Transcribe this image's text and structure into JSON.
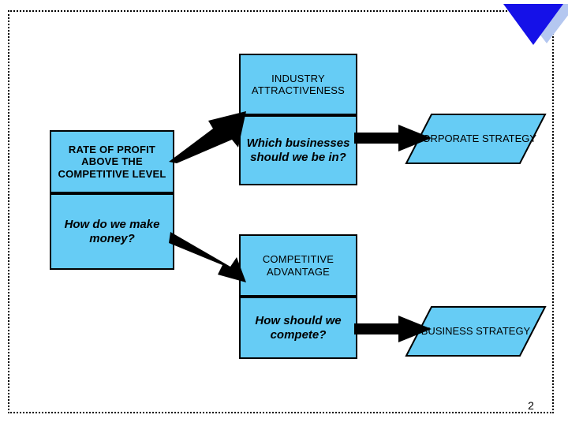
{
  "slide": {
    "page_number": "2",
    "border_style": "dotted",
    "background_color": "#ffffff"
  },
  "logo": {
    "front_triangle_color": "#1511e8",
    "back_triangle_color": "#b4c7f0",
    "shape": "double-down-triangle"
  },
  "colors": {
    "box_fill": "#66ccf5",
    "box_border": "#000000",
    "arrow": "#000000",
    "text": "#000000"
  },
  "diagram": {
    "boxes": [
      {
        "id": "rate-of-profit",
        "label": "RATE OF PROFIT ABOVE THE COMPETITIVE LEVEL",
        "style": "caps-bold"
      },
      {
        "id": "how-do-we-make-money",
        "label": "How  do we make money?",
        "style": "question-italic"
      },
      {
        "id": "industry-attractiveness",
        "label": "INDUSTRY ATTRACTIVENESS",
        "style": "caps"
      },
      {
        "id": "which-businesses",
        "label": "Which businesses should we be in?",
        "style": "question-italic"
      },
      {
        "id": "competitive-advantage",
        "label": "COMPETITIVE ADVANTAGE",
        "style": "caps"
      },
      {
        "id": "how-should-we-compete",
        "label": "How should we compete?",
        "style": "question-italic"
      }
    ],
    "parallelograms": [
      {
        "id": "corporate-strategy",
        "label": "CORPORATE STRATEGY"
      },
      {
        "id": "business-strategy",
        "label": "BUSINESS STRATEGY"
      }
    ],
    "arrows": [
      {
        "id": "arrow-profit-to-industry",
        "direction": "up-right",
        "from": "rate-of-profit",
        "to": "which-businesses"
      },
      {
        "id": "arrow-money-to-advantage",
        "direction": "down-right",
        "from": "how-do-we-make-money",
        "to": "competitive-advantage"
      },
      {
        "id": "arrow-which-to-corporate",
        "direction": "right",
        "from": "which-businesses",
        "to": "corporate-strategy"
      },
      {
        "id": "arrow-compete-to-business",
        "direction": "right",
        "from": "how-should-we-compete",
        "to": "business-strategy"
      }
    ]
  }
}
